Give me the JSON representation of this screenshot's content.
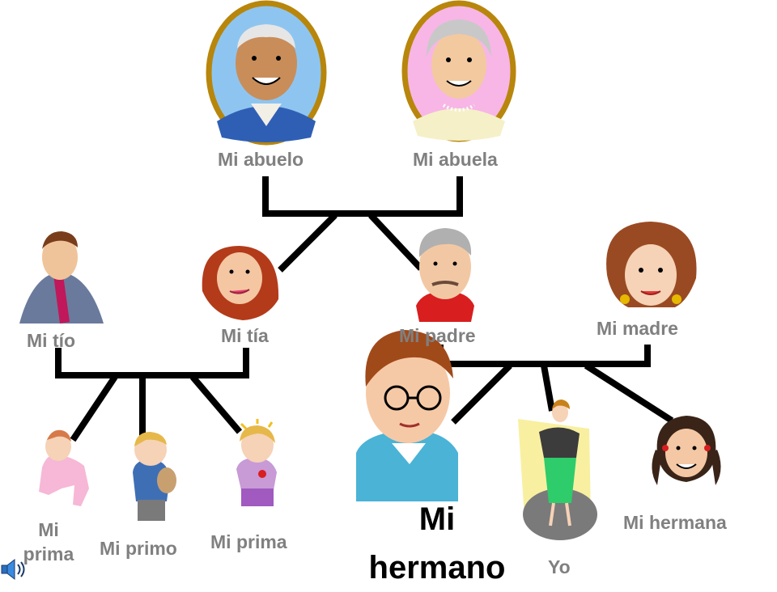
{
  "labels": {
    "abuelo": "Mi abuelo",
    "abuela": "Mi abuela",
    "tio": "Mi tío",
    "tia": "Mi tía",
    "padre": "Mi padre",
    "madre": "Mi madre",
    "prima_baby": "Mi prima",
    "primo": "Mi primo",
    "prima_girl": "Mi prima",
    "hermano": "Mi hermano",
    "yo": "Yo",
    "hermana": "Mi hermana"
  },
  "colors": {
    "label_gray": "#808080",
    "line": "#000000",
    "frame_gold": "#b8860b",
    "abuelo_bg": "#8ec5f0",
    "abuela_bg": "#f7b6e6"
  },
  "icons": {
    "audio": "speaker-icon"
  }
}
